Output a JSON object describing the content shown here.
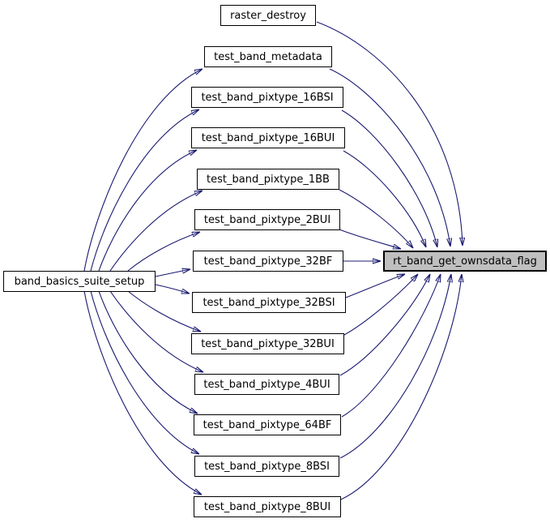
{
  "diagram": {
    "type": "call-graph",
    "focus_function": "rt_band_get_ownsdata_flag",
    "colors": {
      "background": "#ffffff",
      "edge": "#191970",
      "node_fill": "#ffffff",
      "node_border": "#000000",
      "focus_node_fill": "#bfbfbf",
      "text": "#000000"
    }
  },
  "nodes": [
    {
      "id": "band_basics_suite_setup",
      "label": "band_basics_suite_setup",
      "role": "caller"
    },
    {
      "id": "raster_destroy",
      "label": "raster_destroy",
      "role": "caller"
    },
    {
      "id": "test_band_metadata",
      "label": "test_band_metadata",
      "role": "caller"
    },
    {
      "id": "test_band_pixtype_16BSI",
      "label": "test_band_pixtype_16BSI",
      "role": "caller"
    },
    {
      "id": "test_band_pixtype_16BUI",
      "label": "test_band_pixtype_16BUI",
      "role": "caller"
    },
    {
      "id": "test_band_pixtype_1BB",
      "label": "test_band_pixtype_1BB",
      "role": "caller"
    },
    {
      "id": "test_band_pixtype_2BUI",
      "label": "test_band_pixtype_2BUI",
      "role": "caller"
    },
    {
      "id": "test_band_pixtype_32BF",
      "label": "test_band_pixtype_32BF",
      "role": "caller"
    },
    {
      "id": "test_band_pixtype_32BSI",
      "label": "test_band_pixtype_32BSI",
      "role": "caller"
    },
    {
      "id": "test_band_pixtype_32BUI",
      "label": "test_band_pixtype_32BUI",
      "role": "caller"
    },
    {
      "id": "test_band_pixtype_4BUI",
      "label": "test_band_pixtype_4BUI",
      "role": "caller"
    },
    {
      "id": "test_band_pixtype_64BF",
      "label": "test_band_pixtype_64BF",
      "role": "caller"
    },
    {
      "id": "test_band_pixtype_8BSI",
      "label": "test_band_pixtype_8BSI",
      "role": "caller"
    },
    {
      "id": "test_band_pixtype_8BUI",
      "label": "test_band_pixtype_8BUI",
      "role": "caller"
    },
    {
      "id": "rt_band_get_ownsdata_flag",
      "label": "rt_band_get_ownsdata_flag",
      "role": "focus"
    }
  ],
  "edges": [
    {
      "from": "band_basics_suite_setup",
      "to": "test_band_metadata"
    },
    {
      "from": "band_basics_suite_setup",
      "to": "test_band_pixtype_16BSI"
    },
    {
      "from": "band_basics_suite_setup",
      "to": "test_band_pixtype_16BUI"
    },
    {
      "from": "band_basics_suite_setup",
      "to": "test_band_pixtype_1BB"
    },
    {
      "from": "band_basics_suite_setup",
      "to": "test_band_pixtype_2BUI"
    },
    {
      "from": "band_basics_suite_setup",
      "to": "test_band_pixtype_32BF"
    },
    {
      "from": "band_basics_suite_setup",
      "to": "test_band_pixtype_32BSI"
    },
    {
      "from": "band_basics_suite_setup",
      "to": "test_band_pixtype_32BUI"
    },
    {
      "from": "band_basics_suite_setup",
      "to": "test_band_pixtype_4BUI"
    },
    {
      "from": "band_basics_suite_setup",
      "to": "test_band_pixtype_64BF"
    },
    {
      "from": "band_basics_suite_setup",
      "to": "test_band_pixtype_8BSI"
    },
    {
      "from": "band_basics_suite_setup",
      "to": "test_band_pixtype_8BUI"
    },
    {
      "from": "raster_destroy",
      "to": "rt_band_get_ownsdata_flag"
    },
    {
      "from": "test_band_metadata",
      "to": "rt_band_get_ownsdata_flag"
    },
    {
      "from": "test_band_pixtype_16BSI",
      "to": "rt_band_get_ownsdata_flag"
    },
    {
      "from": "test_band_pixtype_16BUI",
      "to": "rt_band_get_ownsdata_flag"
    },
    {
      "from": "test_band_pixtype_1BB",
      "to": "rt_band_get_ownsdata_flag"
    },
    {
      "from": "test_band_pixtype_2BUI",
      "to": "rt_band_get_ownsdata_flag"
    },
    {
      "from": "test_band_pixtype_32BF",
      "to": "rt_band_get_ownsdata_flag"
    },
    {
      "from": "test_band_pixtype_32BSI",
      "to": "rt_band_get_ownsdata_flag"
    },
    {
      "from": "test_band_pixtype_32BUI",
      "to": "rt_band_get_ownsdata_flag"
    },
    {
      "from": "test_band_pixtype_4BUI",
      "to": "rt_band_get_ownsdata_flag"
    },
    {
      "from": "test_band_pixtype_64BF",
      "to": "rt_band_get_ownsdata_flag"
    },
    {
      "from": "test_band_pixtype_8BSI",
      "to": "rt_band_get_ownsdata_flag"
    },
    {
      "from": "test_band_pixtype_8BUI",
      "to": "rt_band_get_ownsdata_flag"
    }
  ]
}
